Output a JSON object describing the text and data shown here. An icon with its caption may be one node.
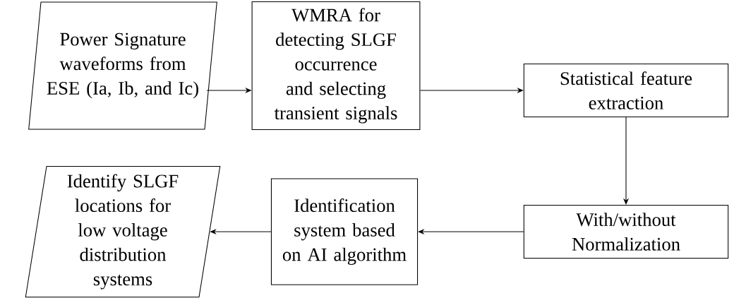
{
  "diagram": {
    "nodes": [
      {
        "text": [
          "Power Signature waveforms from ESE (Ia, Ib, and Ic)"
        ]
      },
      {
        "text": [
          "WMRA for detecting SLGF occurrence and selecting transient signals"
        ]
      },
      {
        "text": [
          "Statistical feature extraction"
        ]
      },
      {
        "text": [
          "With/without Normalization"
        ]
      },
      {
        "text": [
          "Identification system based on AI algorithm"
        ]
      },
      {
        "text": [
          "Identify SLGF locations for low voltage distribution systems"
        ]
      }
    ],
    "edges": [
      {
        "from": 0,
        "to": 1,
        "arrow": "to"
      },
      {
        "from": 1,
        "to": 2,
        "arrow": "to"
      },
      {
        "from": 2,
        "to": 3,
        "arrow": "to"
      },
      {
        "from": 3,
        "to": 4,
        "arrow": "to"
      },
      {
        "from": 4,
        "to": 5,
        "arrow": "to"
      }
    ]
  }
}
